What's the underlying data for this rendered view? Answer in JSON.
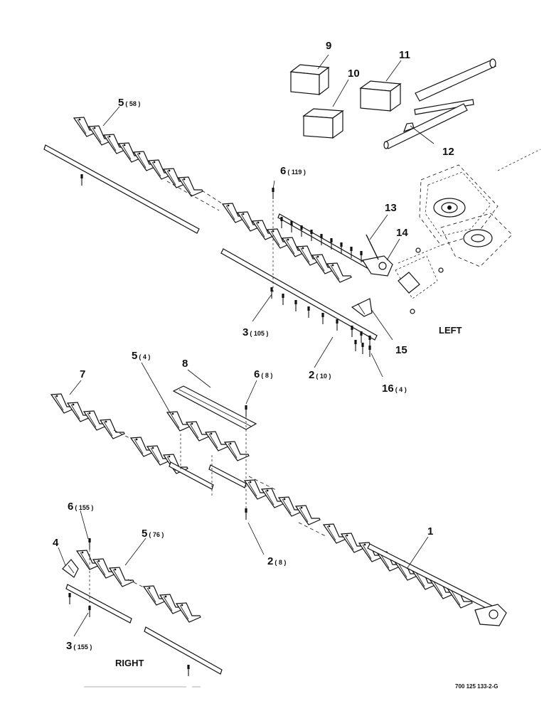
{
  "callouts": {
    "c1": {
      "num": "1"
    },
    "c2a": {
      "num": "2",
      "qty": "( 10 )"
    },
    "c2b": {
      "num": "2",
      "qty": "( 8 )"
    },
    "c3a": {
      "num": "3",
      "qty": "( 105 )"
    },
    "c3b": {
      "num": "3",
      "qty": "( 155 )"
    },
    "c4": {
      "num": "4"
    },
    "c5a": {
      "num": "5",
      "qty": "( 58 )"
    },
    "c5b": {
      "num": "5",
      "qty": "( 4 )"
    },
    "c5c": {
      "num": "5",
      "qty": "( 76 )"
    },
    "c6a": {
      "num": "6",
      "qty": "( 119 )"
    },
    "c6b": {
      "num": "6",
      "qty": "( 8 )"
    },
    "c6c": {
      "num": "6",
      "qty": "( 155 )"
    },
    "c7": {
      "num": "7"
    },
    "c8": {
      "num": "8"
    },
    "c9": {
      "num": "9"
    },
    "c10": {
      "num": "10"
    },
    "c11": {
      "num": "11"
    },
    "c12": {
      "num": "12"
    },
    "c13": {
      "num": "13"
    },
    "c14": {
      "num": "14"
    },
    "c15": {
      "num": "15"
    },
    "c16": {
      "num": "16",
      "qty": "( 4 )"
    }
  },
  "captions": {
    "left": "LEFT",
    "right": "RIGHT"
  },
  "drawing_number": "700 125 133-2-G"
}
